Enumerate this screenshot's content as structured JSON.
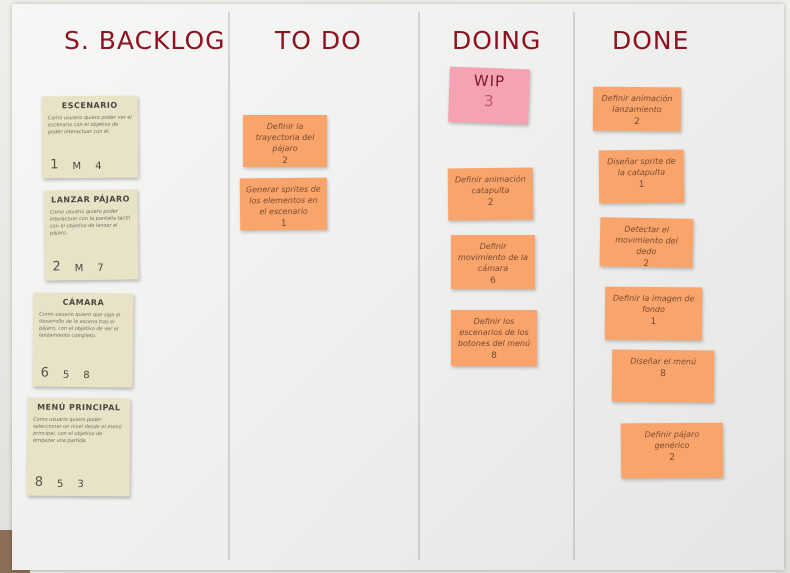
{
  "columns": {
    "backlog": "S. BACKLOG",
    "todo": "TO DO",
    "doing": "DOING",
    "done": "DONE"
  },
  "wip": {
    "label": "WIP",
    "value": "3"
  },
  "backlog": [
    {
      "title": "ESCENARIO",
      "desc": "Como usuario quiero poder ver el escenario con el objetivo de poder interactuar con él.",
      "n1": "1",
      "n2": "M",
      "n3": "4"
    },
    {
      "title": "LANZAR PÁJARO",
      "desc": "Como usuario quiero poder interactuar con la pantalla táctil con el objetivo de lanzar el pájaro.",
      "n1": "2",
      "n2": "M",
      "n3": "7"
    },
    {
      "title": "CÁMARA",
      "desc": "Como usuario quiero que siga el desarrollo de la escena tras el pájaro, con el objetivo de ver el lanzamiento completo.",
      "n1": "6",
      "n2": "5",
      "n3": "8"
    },
    {
      "title": "MENÚ PRINCIPAL",
      "desc": "Como usuario quiero poder seleccionar un nivel desde el menú principal, con el objetivo de empezar una partida.",
      "n1": "8",
      "n2": "5",
      "n3": "3"
    }
  ],
  "todo": [
    {
      "text": "Definir la trayectoria del pájaro",
      "num": "2"
    },
    {
      "text": "Generar sprites de los elementos en el escenario",
      "num": "1"
    }
  ],
  "doing": [
    {
      "text": "Definir animación catapulta",
      "num": "2"
    },
    {
      "text": "Definir movimiento de la cámara",
      "num": "6"
    },
    {
      "text": "Definir los escenarios de los botones del menú",
      "num": "8"
    }
  ],
  "done": [
    {
      "text": "Definir animación lanzamiento",
      "num": "2"
    },
    {
      "text": "Diseñar sprite de la catapulta",
      "num": "1"
    },
    {
      "text": "Detectar el movimiento del dedo",
      "num": "2"
    },
    {
      "text": "Definir la imagen de fondo",
      "num": "1"
    },
    {
      "text": "Diseñar el menú",
      "num": "8"
    },
    {
      "text": "Definir pájaro genérico",
      "num": "2"
    }
  ]
}
